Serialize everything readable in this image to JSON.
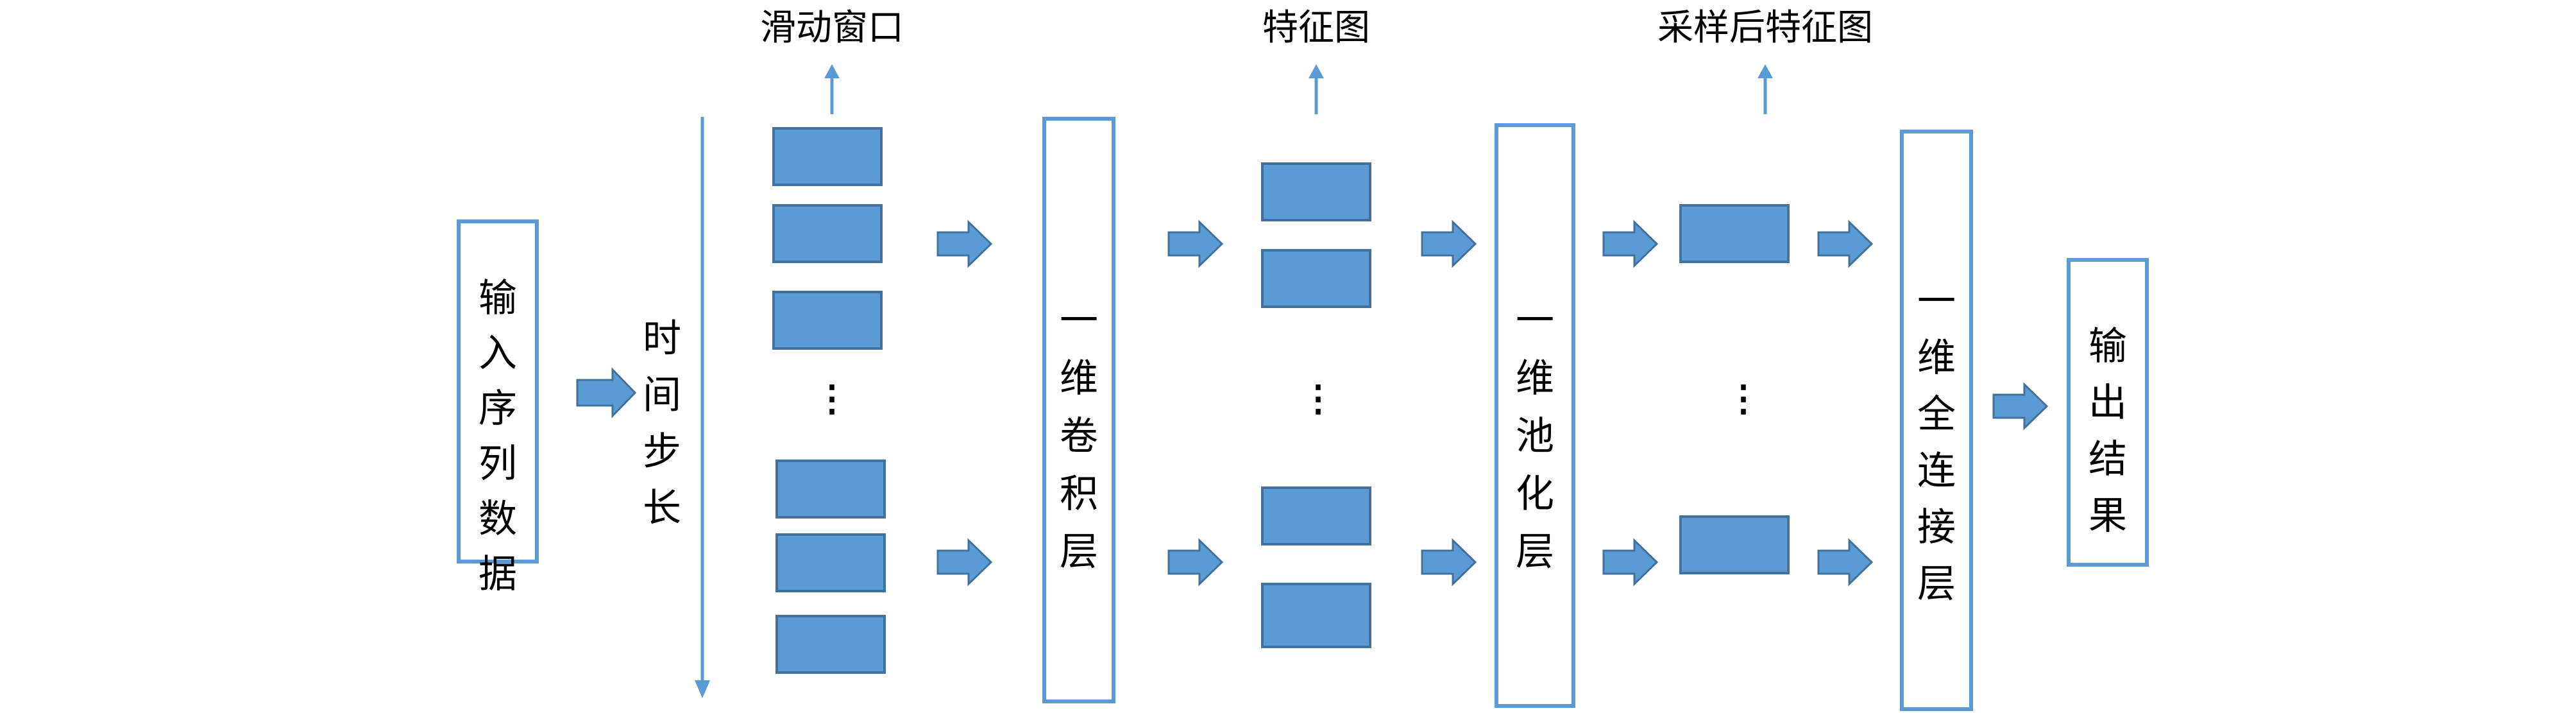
{
  "nodes": {
    "input": "输入序列数据",
    "time_step": "时间步长",
    "conv": "一维卷积层",
    "pool": "一维池化层",
    "fc": "一维全连接层",
    "output": "输出结果"
  },
  "labels": {
    "sliding_window": "滑动窗口",
    "feature_map": "特征图",
    "sampled_feature_map": "采样后特征图"
  },
  "ellipsis": "⋮",
  "colors": {
    "accent": "#5b9bd5",
    "accent_border": "#41719c"
  }
}
